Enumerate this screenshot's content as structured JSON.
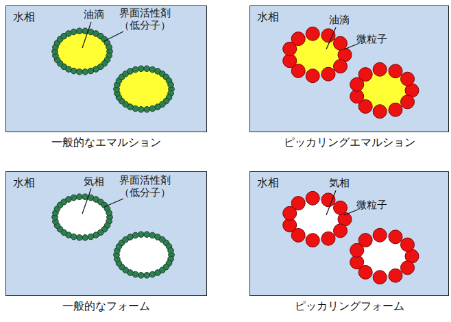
{
  "diagram": {
    "nodes": [
      {
        "text": [
          "水相",
          "一般的なエマルション"
        ]
      },
      {
        "text": [
          "水相",
          "ピッカリングエマルション"
        ]
      },
      {
        "text": [
          "水相",
          "一般的なフォーム"
        ]
      },
      {
        "text": [
          "水相",
          "ピッカリングフォーム"
        ]
      }
    ],
    "labels": [
      "油滴",
      "界面活性剤 （低分子）",
      "油滴",
      "微粒子",
      "気相",
      "界面活性剤 （低分子）",
      "気相",
      "微粒子"
    ]
  }
}
